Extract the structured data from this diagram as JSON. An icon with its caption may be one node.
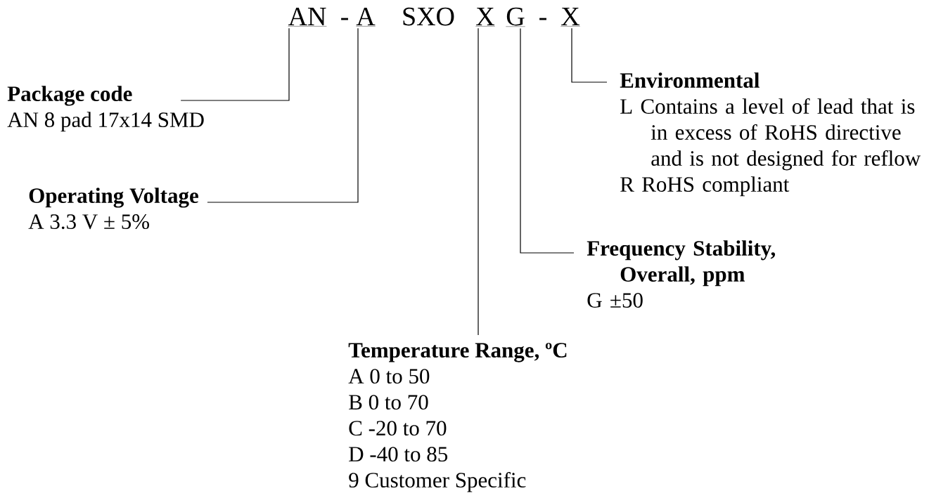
{
  "diagram": {
    "nodes": [
      {
        "text": [
          "AN"
        ]
      },
      {
        "text": [
          "A"
        ]
      },
      {
        "text": [
          "X"
        ]
      },
      {
        "text": [
          "G"
        ]
      },
      {
        "text": [
          "X"
        ]
      },
      {
        "text": [
          "Package code",
          "AN 8 pad 17x14 SMD"
        ]
      },
      {
        "text": [
          "Operating Voltage",
          "A 3.3 V ± 5%"
        ]
      },
      {
        "text": [
          "Temperature Range, ºC",
          "A 0 to 50",
          "B 0 to 70",
          "C -20 to 70",
          "D -40 to 85",
          "9 Customer Specific"
        ]
      },
      {
        "text": [
          "Frequency Stability, Overall, ppm",
          "G ±50"
        ]
      },
      {
        "text": [
          "Environmental",
          "L Contains a level of lead that is in excess of RoHS directive and is not designed for reflow",
          "R RoHS compliant"
        ]
      }
    ],
    "edges": [
      {
        "from": 5,
        "to": 0,
        "arrow": "none"
      },
      {
        "from": 6,
        "to": 1,
        "arrow": "none"
      },
      {
        "from": 7,
        "to": 2,
        "arrow": "none"
      },
      {
        "from": 8,
        "to": 3,
        "arrow": "none"
      },
      {
        "from": 9,
        "to": 4,
        "arrow": "none"
      }
    ],
    "labels": [
      "-",
      "SXO",
      "-"
    ]
  }
}
